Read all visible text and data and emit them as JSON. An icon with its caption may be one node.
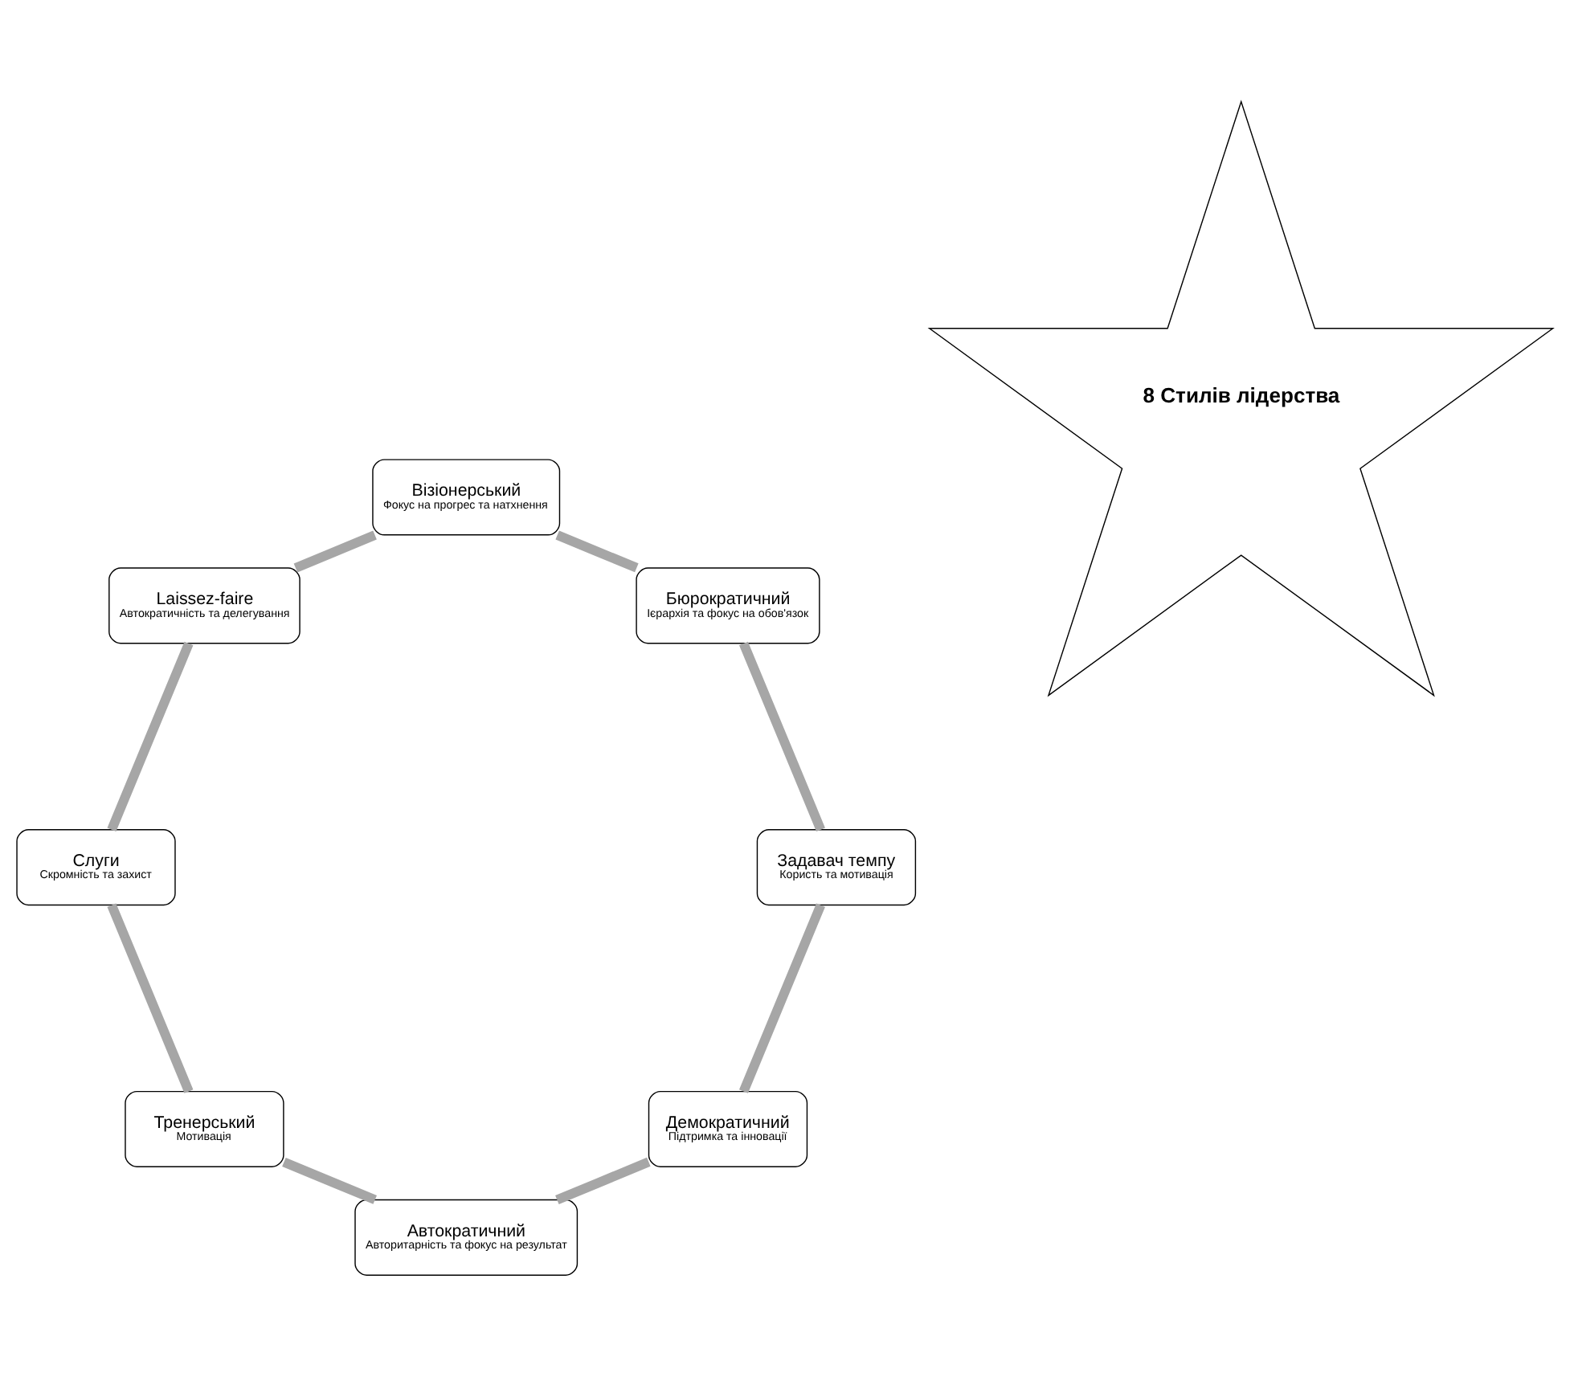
{
  "diagram": {
    "nodes": [
      {
        "text": [
          "8 Стилів лідерства"
        ]
      },
      {
        "text": [
          "Демократичний",
          "Підтримка та інновації"
        ]
      },
      {
        "text": [
          "Автократичний",
          "Авторитарність та фокус на результат"
        ]
      },
      {
        "text": [
          "Тренерський",
          "Мотивація"
        ]
      },
      {
        "text": [
          "Слуги",
          "Скромність та захист"
        ]
      },
      {
        "text": [
          "Laissez-faire",
          "Автократичність та делегування"
        ]
      },
      {
        "text": [
          "Візіонерський",
          "Фокус на прогрес та натхнення"
        ]
      },
      {
        "text": [
          "Бюрократичний",
          "Ієрархія та фокус на обов'язок"
        ]
      },
      {
        "text": [
          "Задавач темпу",
          "Користь та мотивація"
        ]
      }
    ],
    "edges": [
      {
        "from": 1,
        "to": 2,
        "arrow": "none"
      },
      {
        "from": 2,
        "to": 3,
        "arrow": "none"
      },
      {
        "from": 3,
        "to": 4,
        "arrow": "none"
      },
      {
        "from": 4,
        "to": 5,
        "arrow": "none"
      },
      {
        "from": 5,
        "to": 6,
        "arrow": "none"
      },
      {
        "from": 6,
        "to": 7,
        "arrow": "none"
      },
      {
        "from": 7,
        "to": 8,
        "arrow": "none"
      },
      {
        "from": 8,
        "to": 1,
        "arrow": "none"
      }
    ]
  }
}
